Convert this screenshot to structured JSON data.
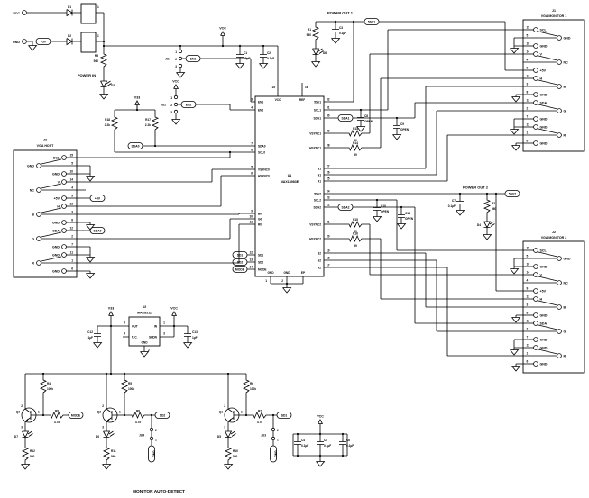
{
  "power_in": {
    "vcc": "VCC",
    "gnd": "GND",
    "caption": "POWER IN"
  },
  "captions": {
    "po1": "POWER OUT 1",
    "po2": "POWER OUT 2",
    "auto": "MONITOR AUTO-DETECT"
  },
  "rails": {
    "vcc": "VCC",
    "v33": "V33",
    "gnd": "GND"
  },
  "tags": {
    "en1": "EN1",
    "en2": "EN2",
    "sda0": "SDA0",
    "sda1": "SDA1",
    "sda2": "SDA2",
    "ssv1": "5SV1",
    "ssv2": "5SV2",
    "sd1": "SD1",
    "sd2": "SD2",
    "mode": "MODE",
    "p5v": "+5V"
  },
  "ju": {
    "ju1": "JU1",
    "ju2": "JU2",
    "ju3": "JU3",
    "ju4": "JU4"
  },
  "num": {
    "n1": "1",
    "n2": "2",
    "n3": "3"
  },
  "parts": {
    "r1": {
      "r": "R1",
      "v": "560"
    },
    "r2": {
      "r": "R2",
      "v": "560"
    },
    "r3": {
      "r": "R3",
      "v": "560"
    },
    "r4": {
      "r": "R4",
      "v": "100k"
    },
    "r5": {
      "r": "R5",
      "v": "100k"
    },
    "r6": {
      "r": "R6",
      "v": "100k"
    },
    "r7": {
      "r": "R7",
      "v": "4.7k"
    },
    "r8": {
      "r": "R8",
      "v": "4.7k"
    },
    "r9": {
      "r": "R9",
      "v": "4.7k"
    },
    "r10": {
      "r": "R10",
      "v": "560"
    },
    "r11": {
      "r": "R11",
      "v": "560"
    },
    "r12": {
      "r": "R12",
      "v": "560"
    },
    "r13": {
      "r": "R13",
      "v": "39"
    },
    "r14": {
      "r": "R14",
      "v": "39"
    },
    "r15": {
      "r": "R15",
      "v": "39"
    },
    "r16": {
      "r": "R16",
      "v": "39"
    },
    "r17": {
      "r": "R17",
      "v": "2.2k"
    },
    "r18": {
      "r": "R18",
      "v": "2.2k"
    },
    "c1": {
      "r": "C1",
      "v": "10µF"
    },
    "c2": {
      "r": "C2",
      "v": "0.1µF"
    },
    "c3": {
      "r": "C3",
      "v": "0.1µF"
    },
    "c4": {
      "r": "C4",
      "v": "0.1µF"
    },
    "c5": {
      "r": "C5",
      "v": "0.1µF"
    },
    "c6": {
      "r": "C6",
      "v": "0.1µF"
    },
    "c7": {
      "r": "C7",
      "v": "0.1µF"
    },
    "c8": {
      "r": "C8",
      "v": "OPEN"
    },
    "c9": {
      "r": "C9",
      "v": "OPEN"
    },
    "c10": {
      "r": "C10",
      "v": "OPEN"
    },
    "c11": {
      "r": "C11",
      "v": "OPEN"
    },
    "c12": {
      "r": "C12",
      "v": "1µF"
    },
    "c13": {
      "r": "C13",
      "v": "1µF"
    },
    "d1": "D1",
    "d2": "D2",
    "d3": "D3",
    "d4": "D4",
    "d5": "D5",
    "d6": "D6",
    "d7": "D7",
    "d8": "D8",
    "q1": "Q1",
    "q2": "Q2",
    "q3": "Q3"
  },
  "u1": {
    "ref": "U1",
    "part": "MAX14983E",
    "top": [
      {
        "n": "15",
        "name": "VCC"
      },
      {
        "n": "16",
        "name": "REF"
      }
    ],
    "bottom": [
      {
        "n": "1",
        "name": "GND"
      },
      {
        "n": "2",
        "name": "GND"
      },
      {
        "n": "",
        "name": "EP"
      }
    ],
    "left": [
      {
        "n": "3",
        "name": "EN1"
      },
      {
        "n": "4",
        "name": "EN2"
      },
      {
        "n": "7",
        "name": "SDA0"
      },
      {
        "n": "8",
        "name": "SCL0"
      },
      {
        "n": "5",
        "name": "VSYNC0"
      },
      {
        "n": "6",
        "name": "HSYNC0"
      },
      {
        "n": "9",
        "name": "B0"
      },
      {
        "n": "10",
        "name": "G0"
      },
      {
        "n": "11",
        "name": "R0"
      },
      {
        "n": "12",
        "name": "SD1"
      },
      {
        "n": "13",
        "name": "SD2"
      },
      {
        "n": "14",
        "name": "MODE"
      }
    ],
    "right": [
      {
        "n": "32",
        "name": "5SV1"
      },
      {
        "n": "31",
        "name": "SCL1"
      },
      {
        "n": "30",
        "name": "SDA1"
      },
      {
        "n": "29",
        "name": "VSYNC1"
      },
      {
        "n": "28",
        "name": "HSYNC1"
      },
      {
        "n": "27",
        "name": "B1"
      },
      {
        "n": "26",
        "name": "G1"
      },
      {
        "n": "25",
        "name": "R1"
      },
      {
        "n": "24",
        "name": "5SV2"
      },
      {
        "n": "23",
        "name": "SCL2"
      },
      {
        "n": "22",
        "name": "SDA2"
      },
      {
        "n": "21",
        "name": "VSYNC2"
      },
      {
        "n": "20",
        "name": "HSYNC2"
      },
      {
        "n": "19",
        "name": "B2"
      },
      {
        "n": "18",
        "name": "G2"
      },
      {
        "n": "17",
        "name": "R2"
      }
    ]
  },
  "u2": {
    "ref": "U2",
    "part": "MAX8511",
    "p_out": "OUT",
    "p_nc": "N.C.",
    "p_in": "IN",
    "p_shdn": "SHDN",
    "p_gnd": "GND",
    "n_out": "5",
    "n_nc": "4",
    "n_in": "1",
    "n_shdn": "3",
    "n_gnd": "2"
  },
  "host": {
    "ref": "J3",
    "title": "VGA HOST",
    "pins": [
      {
        "n": "15",
        "name": "SCL"
      },
      {
        "n": "5",
        "name": "GND"
      },
      {
        "n": "10",
        "name": "GND"
      },
      {
        "n": "14",
        "name": "V"
      },
      {
        "n": "4",
        "name": "NC"
      },
      {
        "n": "9",
        "name": "+5V"
      },
      {
        "n": "13",
        "name": "H"
      },
      {
        "n": "3",
        "name": "B"
      },
      {
        "n": "8",
        "name": "GND"
      },
      {
        "n": "12",
        "name": "SDA"
      },
      {
        "n": "2",
        "name": "G"
      },
      {
        "n": "7",
        "name": "GND"
      },
      {
        "n": "11",
        "name": "GND"
      },
      {
        "n": "1",
        "name": "R"
      },
      {
        "n": "6",
        "name": "GND"
      }
    ]
  },
  "mon1": {
    "ref": "J1",
    "title": "VGA MONITOR 1",
    "pins": [
      {
        "n": "15",
        "name": "SCL"
      },
      {
        "n": "5",
        "name": "GND"
      },
      {
        "n": "10",
        "name": "GND"
      },
      {
        "n": "14",
        "name": "V"
      },
      {
        "n": "4",
        "name": "NC"
      },
      {
        "n": "9",
        "name": "+5V"
      },
      {
        "n": "13",
        "name": "H"
      },
      {
        "n": "3",
        "name": "B"
      },
      {
        "n": "8",
        "name": "GND"
      },
      {
        "n": "12",
        "name": "SDA"
      },
      {
        "n": "2",
        "name": "G"
      },
      {
        "n": "7",
        "name": "GND"
      },
      {
        "n": "11",
        "name": "GND"
      },
      {
        "n": "1",
        "name": "R"
      },
      {
        "n": "6",
        "name": "GND"
      }
    ]
  },
  "mon2": {
    "ref": "J2",
    "title": "VGA MONITOR 2",
    "pins": [
      {
        "n": "15",
        "name": "SCL"
      },
      {
        "n": "5",
        "name": "GND"
      },
      {
        "n": "10",
        "name": "GND"
      },
      {
        "n": "14",
        "name": "V"
      },
      {
        "n": "4",
        "name": "NC"
      },
      {
        "n": "9",
        "name": "+5V"
      },
      {
        "n": "13",
        "name": "H"
      },
      {
        "n": "3",
        "name": "B"
      },
      {
        "n": "8",
        "name": "GND"
      },
      {
        "n": "12",
        "name": "SDA"
      },
      {
        "n": "2",
        "name": "G"
      },
      {
        "n": "7",
        "name": "GND"
      },
      {
        "n": "11",
        "name": "GND"
      },
      {
        "n": "1",
        "name": "R"
      },
      {
        "n": "6",
        "name": "GND"
      }
    ]
  }
}
